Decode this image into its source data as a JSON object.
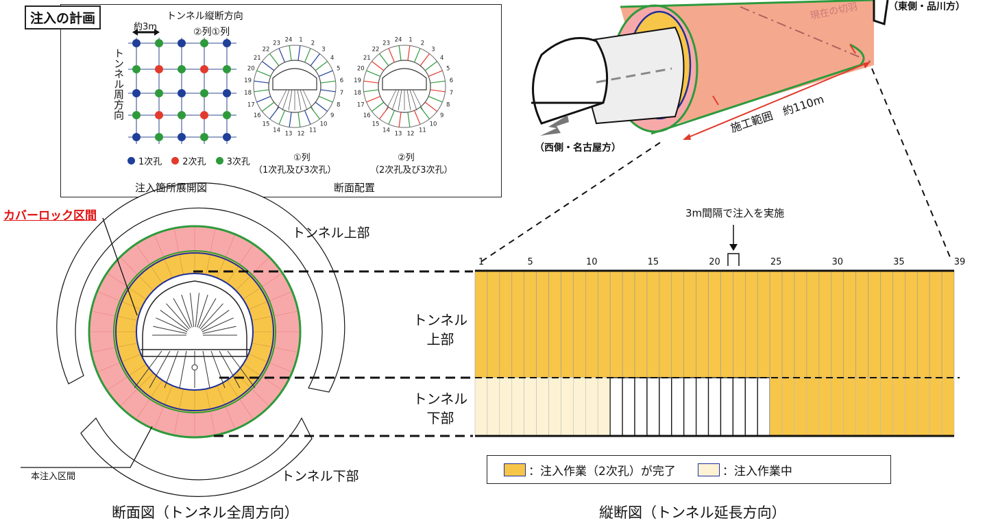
{
  "plan": {
    "title": "注入の計画",
    "spacing": "約3m",
    "direction_long": "トンネル縦断方向",
    "columns": "②列①列",
    "direction_circ": "トンネル周方向",
    "legend": [
      {
        "label": "1次孔",
        "color": "#1f3f99"
      },
      {
        "label": "2次孔",
        "color": "#e23a2c"
      },
      {
        "label": "3次孔",
        "color": "#2e9a3c"
      }
    ],
    "caption_grid": "注入箇所展開図",
    "caption_section": "断面配置",
    "section1_label": "①列",
    "section1_sub": "（1次孔及び3次孔）",
    "section2_label": "②列",
    "section2_sub": "（2次孔及び3次孔）",
    "hole_numbers": [
      "1",
      "2",
      "3",
      "4",
      "5",
      "6",
      "7",
      "8",
      "9",
      "10",
      "11",
      "12",
      "13",
      "14",
      "15",
      "16",
      "17",
      "18",
      "19",
      "20",
      "21",
      "22",
      "23",
      "24"
    ]
  },
  "isometric": {
    "east_label": "（東側・品川方）",
    "west_label": "（西側・名古屋方）",
    "range_label": "施工範囲　約110m",
    "current_face": "現在の切羽"
  },
  "cross_section": {
    "cover_rock": "カバーロック区間",
    "upper": "トンネル上部",
    "lower": "トンネル下部",
    "main_zone": "本注入区間",
    "caption": "断面図（トンネル全周方向）"
  },
  "longitudinal": {
    "note": "3m間隔で注入を実施",
    "ticks": [
      "1",
      "5",
      "10",
      "15",
      "20",
      "25",
      "30",
      "35",
      "39"
    ],
    "row_upper": "トンネル上部",
    "row_lower": "トンネル下部",
    "legend_done": "：注入作業（2次孔）が完了",
    "legend_progress": "：注入作業中",
    "caption": "縦断図（トンネル延長方向）",
    "colors": {
      "done": "#f7c548",
      "progress": "#fdf3d4",
      "pending": "#ffffff"
    }
  }
}
